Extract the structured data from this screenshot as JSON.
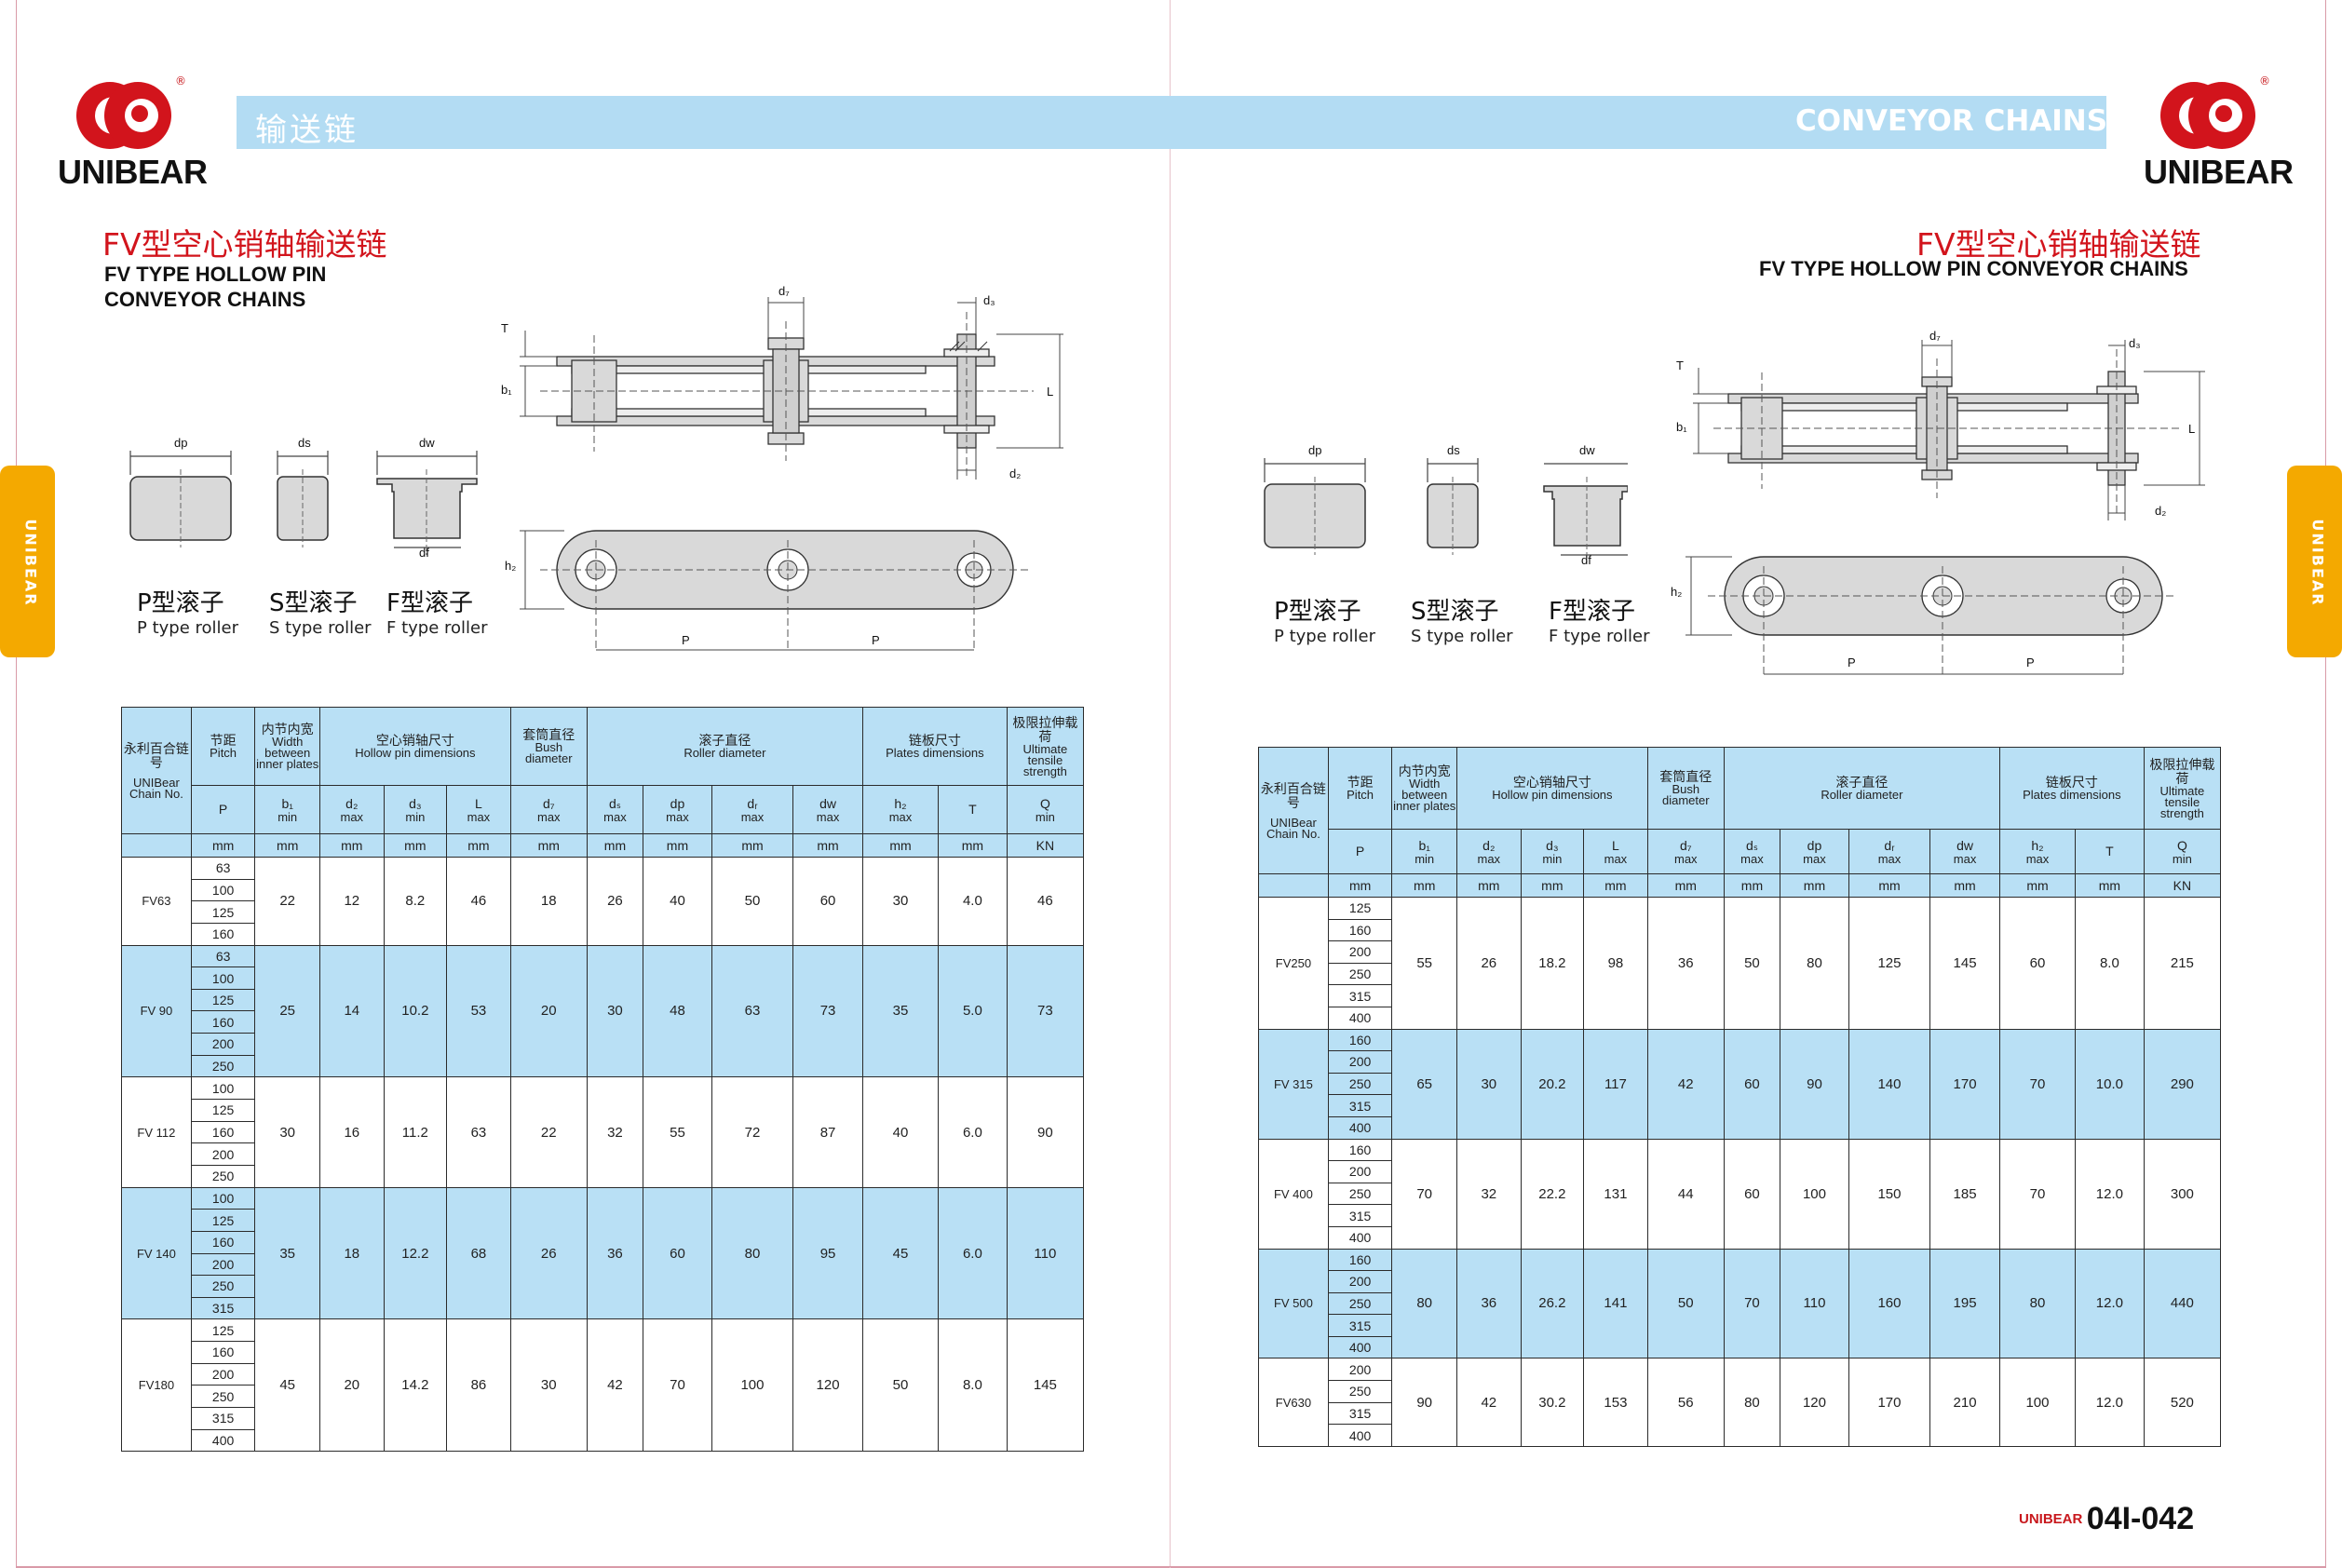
{
  "brand": {
    "name": "UNIBEAR",
    "reg": "®",
    "side_tab": "UNIBEAR",
    "colors": {
      "red": "#d2141c",
      "banner": "#b3dcf3",
      "tab": "#f4a900",
      "table_header": "#b9e0f5"
    }
  },
  "banner": {
    "cn": "输送链",
    "en": "CONVEYOR CHAINS"
  },
  "page_title": {
    "cn": "FV型空心销轴输送链",
    "en_line1": "FV TYPE HOLLOW PIN",
    "en_line2": "CONVEYOR CHAINS",
    "en_full": "FV TYPE HOLLOW PIN CONVEYOR CHAINS"
  },
  "rollers": [
    {
      "cn": "P型滚子",
      "en": "P type roller",
      "sym": "dp"
    },
    {
      "cn": "S型滚子",
      "en": "S type roller",
      "sym": "ds"
    },
    {
      "cn": "F型滚子",
      "en": "F type roller",
      "sym": "dw",
      "sym2": "df"
    }
  ],
  "diagram": {
    "T": "T",
    "b1": "b₁",
    "d7": "d₇",
    "d3": "d₃",
    "d2": "d₂",
    "L": "L",
    "h2": "h₂",
    "P": "P"
  },
  "table": {
    "header": {
      "chain_cn": "永利百合链号",
      "chain_en": "UNIBear Chain No.",
      "pitch_cn": "节距",
      "pitch_en": "Pitch",
      "width_cn": "内节内宽",
      "width_en": "Width between inner plates",
      "pin_cn": "空心销轴尺寸",
      "pin_en": "Hollow pin dimensions",
      "bush_cn": "套筒直径",
      "bush_en": "Bush diameter",
      "roller_cn": "滚子直径",
      "roller_en": "Roller diameter",
      "plate_cn": "链板尺寸",
      "plate_en": "Plates dimensions",
      "tensile_cn": "极限拉伸载荷",
      "tensile_en": "Ultimate tensile strength",
      "cols": [
        {
          "sym": "P",
          "lim": ""
        },
        {
          "sym": "b₁",
          "lim": "min"
        },
        {
          "sym": "d₂",
          "lim": "max"
        },
        {
          "sym": "d₃",
          "lim": "min"
        },
        {
          "sym": "L",
          "lim": "max"
        },
        {
          "sym": "d₇",
          "lim": "max"
        },
        {
          "sym": "dₛ",
          "lim": "max"
        },
        {
          "sym": "dp",
          "lim": "max"
        },
        {
          "sym": "dᵣ",
          "lim": "max"
        },
        {
          "sym": "dw",
          "lim": "max"
        },
        {
          "sym": "h₂",
          "lim": "max"
        },
        {
          "sym": "T",
          "lim": ""
        },
        {
          "sym": "Q",
          "lim": "min"
        }
      ],
      "units": [
        "mm",
        "mm",
        "mm",
        "mm",
        "mm",
        "mm",
        "mm",
        "mm",
        "mm",
        "mm",
        "mm",
        "mm",
        "KN"
      ]
    },
    "left": [
      {
        "chain": "FV63",
        "pitches": [
          "63",
          "100",
          "125",
          "160"
        ],
        "vals": [
          "22",
          "12",
          "8.2",
          "46",
          "18",
          "26",
          "40",
          "50",
          "60",
          "30",
          "4.0",
          "46"
        ]
      },
      {
        "chain": "FV 90",
        "pitches": [
          "63",
          "100",
          "125",
          "160",
          "200",
          "250"
        ],
        "vals": [
          "25",
          "14",
          "10.2",
          "53",
          "20",
          "30",
          "48",
          "63",
          "73",
          "35",
          "5.0",
          "73"
        ]
      },
      {
        "chain": "FV 112",
        "pitches": [
          "100",
          "125",
          "160",
          "200",
          "250"
        ],
        "vals": [
          "30",
          "16",
          "11.2",
          "63",
          "22",
          "32",
          "55",
          "72",
          "87",
          "40",
          "6.0",
          "90"
        ]
      },
      {
        "chain": "FV 140",
        "pitches": [
          "100",
          "125",
          "160",
          "200",
          "250",
          "315"
        ],
        "vals": [
          "35",
          "18",
          "12.2",
          "68",
          "26",
          "36",
          "60",
          "80",
          "95",
          "45",
          "6.0",
          "110"
        ]
      },
      {
        "chain": "FV180",
        "pitches": [
          "125",
          "160",
          "200",
          "250",
          "315",
          "400"
        ],
        "vals": [
          "45",
          "20",
          "14.2",
          "86",
          "30",
          "42",
          "70",
          "100",
          "120",
          "50",
          "8.0",
          "145"
        ]
      }
    ],
    "right": [
      {
        "chain": "FV250",
        "pitches": [
          "125",
          "160",
          "200",
          "250",
          "315",
          "400"
        ],
        "vals": [
          "55",
          "26",
          "18.2",
          "98",
          "36",
          "50",
          "80",
          "125",
          "145",
          "60",
          "8.0",
          "215"
        ]
      },
      {
        "chain": "FV 315",
        "pitches": [
          "160",
          "200",
          "250",
          "315",
          "400"
        ],
        "vals": [
          "65",
          "30",
          "20.2",
          "117",
          "42",
          "60",
          "90",
          "140",
          "170",
          "70",
          "10.0",
          "290"
        ]
      },
      {
        "chain": "FV 400",
        "pitches": [
          "160",
          "200",
          "250",
          "315",
          "400"
        ],
        "vals": [
          "70",
          "32",
          "22.2",
          "131",
          "44",
          "60",
          "100",
          "150",
          "185",
          "70",
          "12.0",
          "300"
        ]
      },
      {
        "chain": "FV 500",
        "pitches": [
          "160",
          "200",
          "250",
          "315",
          "400"
        ],
        "vals": [
          "80",
          "36",
          "26.2",
          "141",
          "50",
          "70",
          "110",
          "160",
          "195",
          "80",
          "12.0",
          "440"
        ]
      },
      {
        "chain": "FV630",
        "pitches": [
          "200",
          "250",
          "315",
          "400"
        ],
        "vals": [
          "90",
          "42",
          "30.2",
          "153",
          "56",
          "80",
          "120",
          "170",
          "210",
          "100",
          "12.0",
          "520"
        ]
      }
    ]
  },
  "page_number": {
    "brand": "UNIBEAR",
    "num": "04I-042"
  }
}
